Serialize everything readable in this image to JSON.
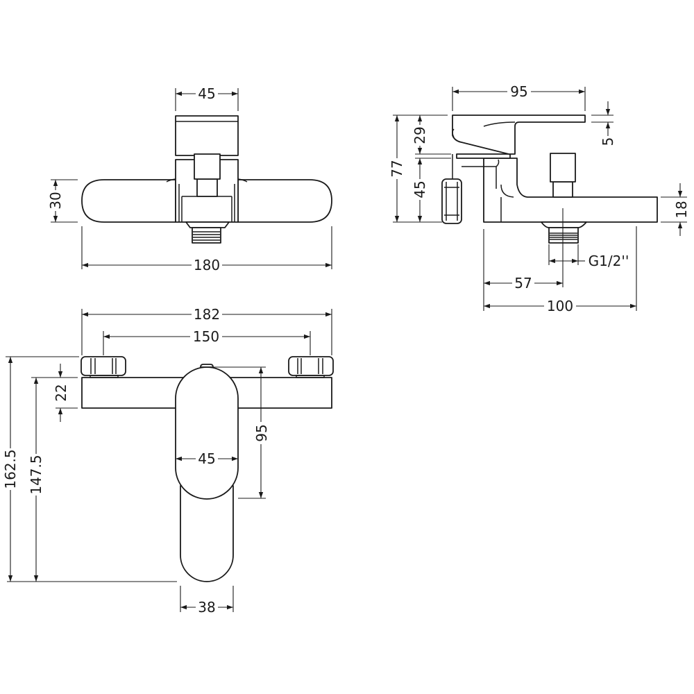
{
  "front_view": {
    "width_top": "45",
    "bar_height": "30",
    "overall_width": "180"
  },
  "side_view": {
    "handle_length": "95",
    "overall_height": "77",
    "handle_height": "29",
    "body_height": "45",
    "handle_thickness": "5",
    "spout_height": "18",
    "outlet_thread": "G1/2''",
    "outlet_projection": "57",
    "spout_projection": "100"
  },
  "plan_view": {
    "overall_width": "182",
    "centres": "150",
    "total_depth": "162.5",
    "depth_to_bar": "147.5",
    "bar_depth": "22",
    "handle_length": "95",
    "handle_width": "45",
    "spout_width": "38"
  },
  "colors": {
    "line": "#1a1a1a",
    "background": "#ffffff"
  }
}
